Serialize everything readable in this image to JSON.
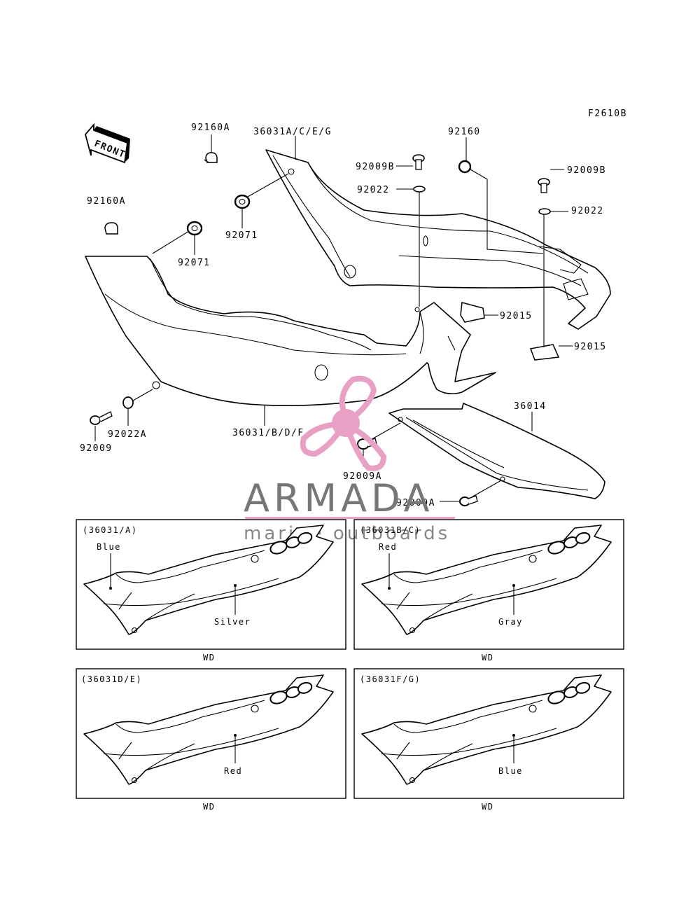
{
  "diagram": {
    "ref_code": "F2610B",
    "front_label": "FRONT",
    "callouts": {
      "c92160A_top": "92160A",
      "c36031ACEG": "36031A/C/E/G",
      "c92160": "92160",
      "c92009B_left": "92009B",
      "c92022_left": "92022",
      "c92009B_right": "92009B",
      "c92022_right": "92022",
      "c92160A_left": "92160A",
      "c92071_mid": "92071",
      "c92071_left": "92071",
      "c92015_mid": "92015",
      "c92015_right": "92015",
      "c36014": "36014",
      "c36031BDF": "36031/B/D/F",
      "c92009": "92009",
      "c92022A": "92022A",
      "c92009A_left": "92009A",
      "c92009A_right": "92009A"
    },
    "panels": [
      {
        "header": "(36031/A)",
        "color_top": "Blue",
        "color_bottom": "Silver",
        "footer": "WD"
      },
      {
        "header": "(36031B/C)",
        "color_top": "Red",
        "color_bottom": "Gray",
        "footer": "WD"
      },
      {
        "header": "(36031D/E)",
        "color_bottom": "Red",
        "footer": "WD"
      },
      {
        "header": "(36031F/G)",
        "color_bottom": "Blue",
        "footer": "WD"
      }
    ]
  },
  "watermark": {
    "brand": "ARMADA",
    "tagline": "marine outboards",
    "accent": "#e8a0c4",
    "logo_icon": "propeller-icon"
  }
}
